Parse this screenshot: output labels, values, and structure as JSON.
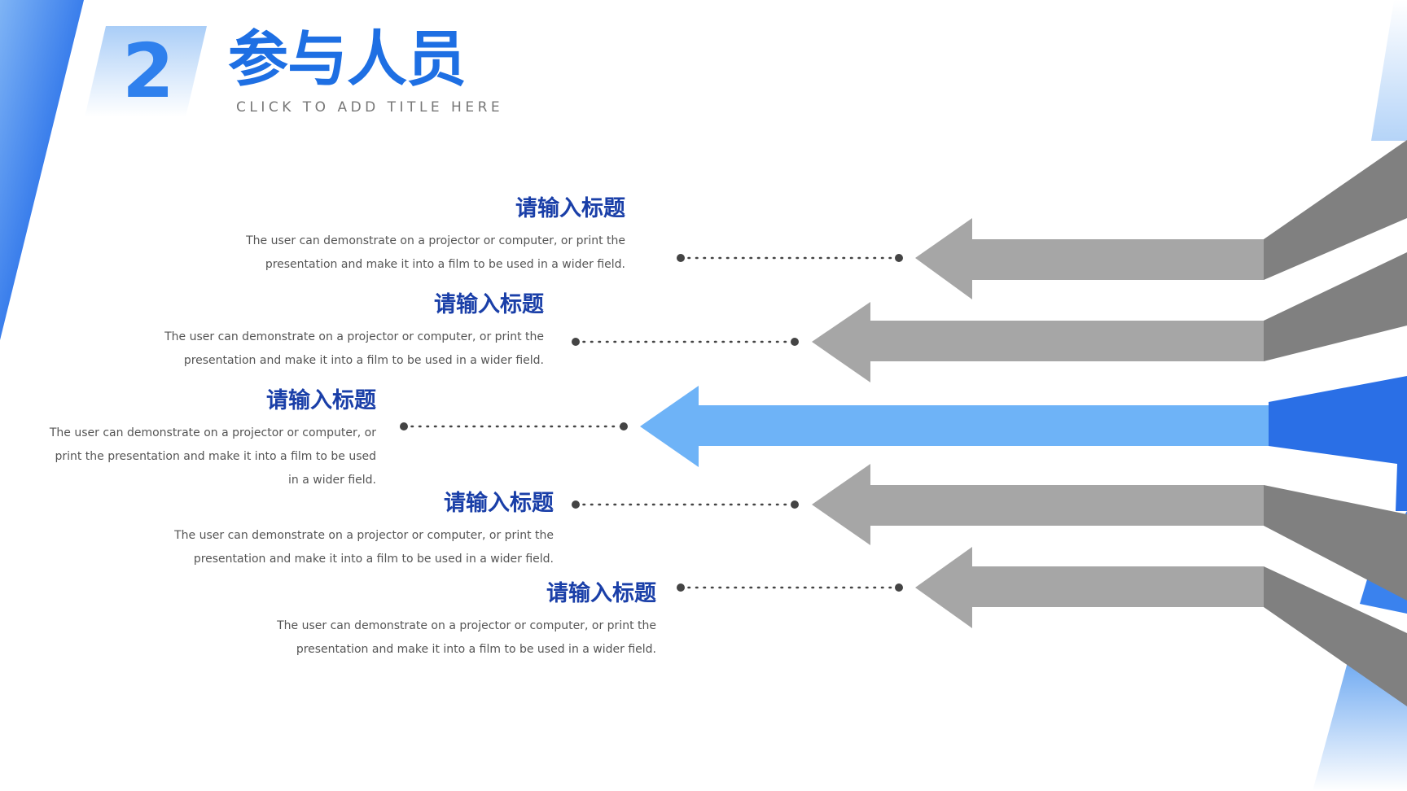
{
  "slide": {
    "number": "2",
    "title": "参与人员",
    "subtitle": "CLICK TO ADD TITLE HERE"
  },
  "colors": {
    "accent_blue": "#2a6fe6",
    "arrow_blue": "#6eb3f7",
    "arrow_gray": "#a6a6a6",
    "band_gray": "#808080",
    "title_blue": "#1a3fa8",
    "connector": "#444444"
  },
  "items": [
    {
      "title": "请输入标题",
      "body_lines": [
        "The user can demonstrate on a projector or computer, or print the",
        "presentation and make it into a film to be used in a wider field."
      ],
      "highlighted": false
    },
    {
      "title": "请输入标题",
      "body_lines": [
        "The user can demonstrate on a projector or computer, or print the",
        "presentation and make it into a film to be used in a wider field."
      ],
      "highlighted": false
    },
    {
      "title": "请输入标题",
      "body_lines": [
        "The user can demonstrate on a projector or computer, or",
        "print the presentation and make it into a film to be used",
        "in a wider field."
      ],
      "highlighted": true
    },
    {
      "title": "请输入标题",
      "body_lines": [
        "The user can demonstrate on a projector or computer, or print the",
        "presentation and make it into a film to be used in a wider field."
      ],
      "highlighted": false
    },
    {
      "title": "请输入标题",
      "body_lines": [
        "The user can demonstrate on a projector or computer, or print the",
        "presentation and make it into a film to be used in a wider field."
      ],
      "highlighted": false
    }
  ]
}
